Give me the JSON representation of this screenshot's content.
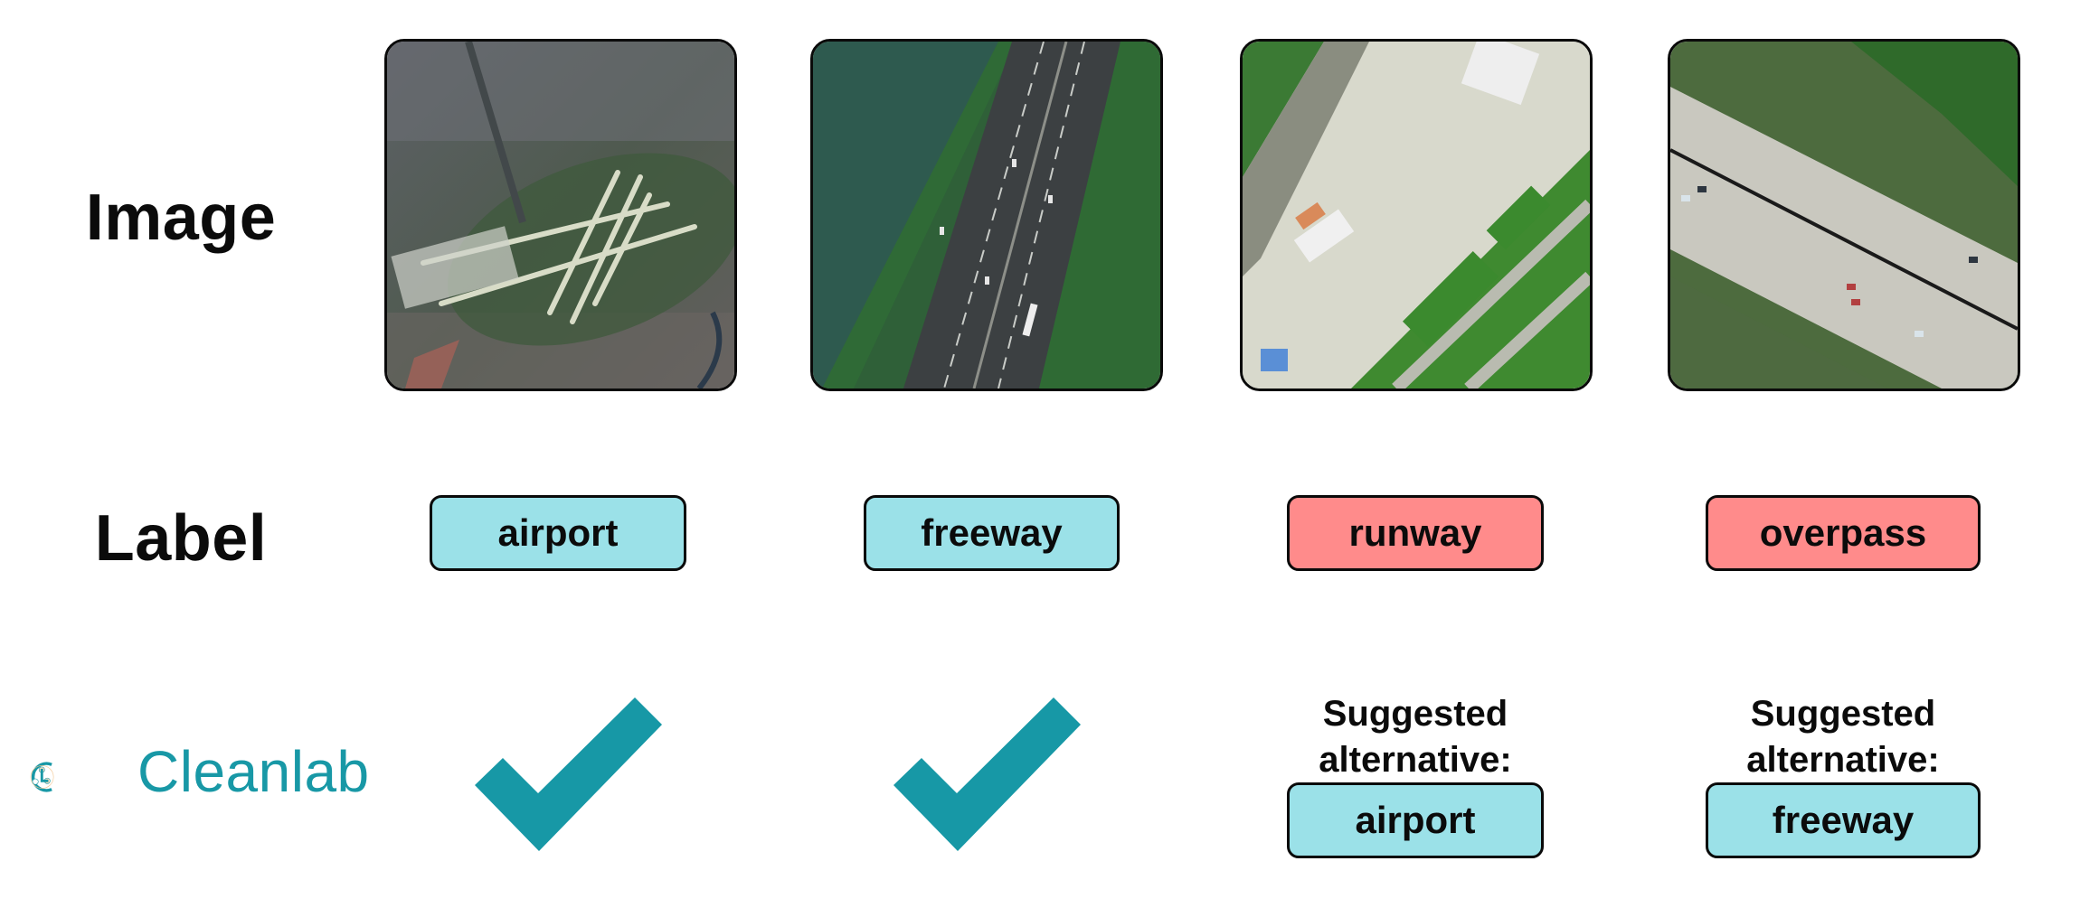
{
  "rows": {
    "image_heading": "Image",
    "label_heading": "Label"
  },
  "brand": {
    "name": "Cleanlab",
    "logo_icon": "cleanlab-logo-icon",
    "color": "#1898a6",
    "accent": "#f2c48d"
  },
  "colors": {
    "correct_label": "#9be1e8",
    "wrong_label": "#ff8b8b",
    "check": "#1798a6"
  },
  "columns": [
    {
      "image": {
        "scene": "airport aerial view",
        "icon": "satellite-image-airport"
      },
      "label": "airport",
      "status": "correct",
      "result": {
        "type": "check",
        "icon": "checkmark-icon"
      }
    },
    {
      "image": {
        "scene": "freeway beside river aerial view",
        "icon": "satellite-image-freeway"
      },
      "label": "freeway",
      "status": "correct",
      "result": {
        "type": "check",
        "icon": "checkmark-icon"
      }
    },
    {
      "image": {
        "scene": "airport terminal and apron aerial view",
        "icon": "satellite-image-terminal"
      },
      "label": "runway",
      "status": "incorrect",
      "result": {
        "type": "suggestion",
        "line1": "Suggested",
        "line2": "alternative:",
        "suggested_label": "airport"
      }
    },
    {
      "image": {
        "scene": "multi-lane highway aerial view",
        "icon": "satellite-image-highway"
      },
      "label": "overpass",
      "status": "incorrect",
      "result": {
        "type": "suggestion",
        "line1": "Suggested",
        "line2": "alternative:",
        "suggested_label": "freeway"
      }
    }
  ]
}
